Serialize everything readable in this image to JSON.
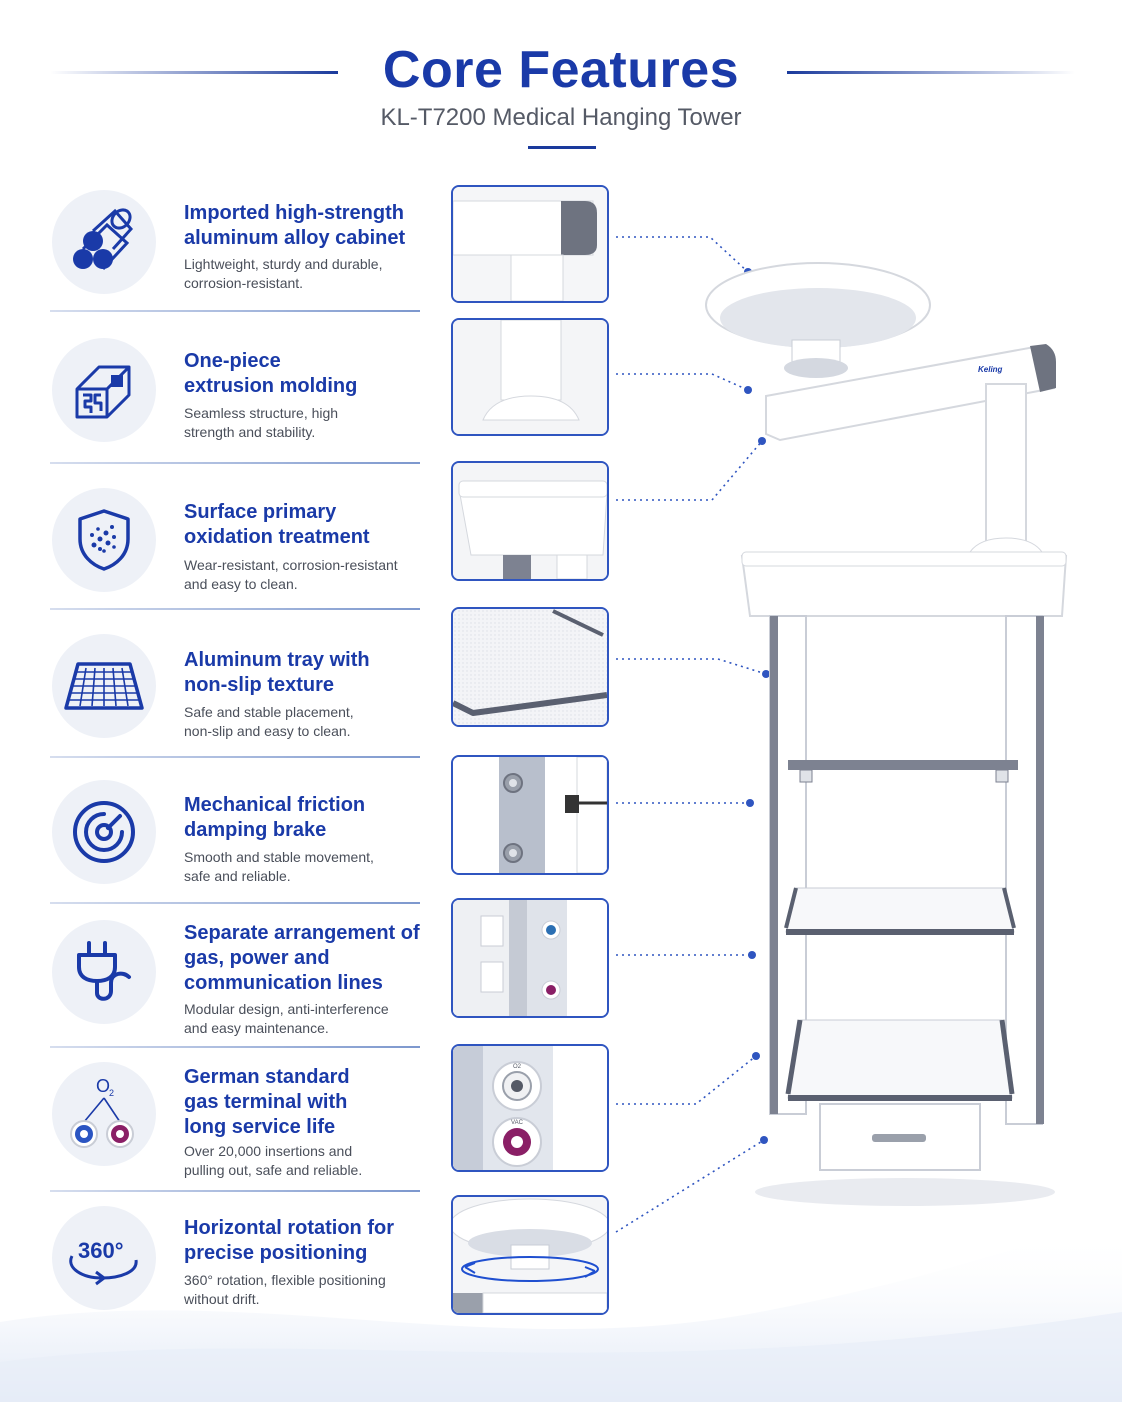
{
  "header": {
    "title": "Core Features",
    "subtitle": "KL-T7200 Medical Hanging Tower"
  },
  "features": [
    {
      "title_lines": [
        "Imported high-strength",
        "aluminum alloy cabinet"
      ],
      "desc_lines": [
        "Lightweight, sturdy and durable,",
        "corrosion-resistant."
      ],
      "icon": "aluminum-rods-icon"
    },
    {
      "title_lines": [
        "One-piece",
        "extrusion molding"
      ],
      "desc_lines": [
        "Seamless structure, high",
        "strength and stability."
      ],
      "icon": "extrusion-profile-icon"
    },
    {
      "title_lines": [
        "Surface primary",
        "oxidation treatment"
      ],
      "desc_lines": [
        "Wear-resistant, corrosion-resistant",
        "and easy to clean."
      ],
      "icon": "shield-icon"
    },
    {
      "title_lines": [
        "Aluminum tray with",
        "non-slip texture"
      ],
      "desc_lines": [
        "Safe and stable placement,",
        "non-slip and easy to clean."
      ],
      "icon": "textured-tray-icon"
    },
    {
      "title_lines": [
        "Mechanical friction",
        "damping brake"
      ],
      "desc_lines": [
        "Smooth and stable movement,",
        "safe and reliable."
      ],
      "icon": "brake-icon"
    },
    {
      "title_lines": [
        "Separate arrangement of",
        "gas, power and",
        "communication lines"
      ],
      "desc_lines": [
        "Modular design, anti-interference",
        "and easy maintenance."
      ],
      "icon": "power-plug-icon"
    },
    {
      "title_lines": [
        "German standard",
        "gas terminal with",
        "long service life"
      ],
      "desc_lines": [
        "Over 20,000 insertions and",
        "pulling out, safe and reliable."
      ],
      "icon": "gas-terminal-icon"
    },
    {
      "title_lines": [
        "Horizontal rotation for",
        "precise positioning"
      ],
      "desc_lines": [
        "360° rotation, flexible positioning",
        "without drift."
      ],
      "icon": "rotation-360-icon"
    }
  ],
  "icon_labels": {
    "oxygen": "O",
    "oxygen_sub": "2",
    "rotation": "360°"
  },
  "product": {
    "brand": "Keling",
    "gas_labels": [
      "O2",
      "VAC"
    ]
  },
  "colors": {
    "brand_blue": "#1a3aa8",
    "accent_blue": "#2f55c0",
    "text_gray": "#4a4f5a",
    "icon_bg": "#eef1f7"
  }
}
